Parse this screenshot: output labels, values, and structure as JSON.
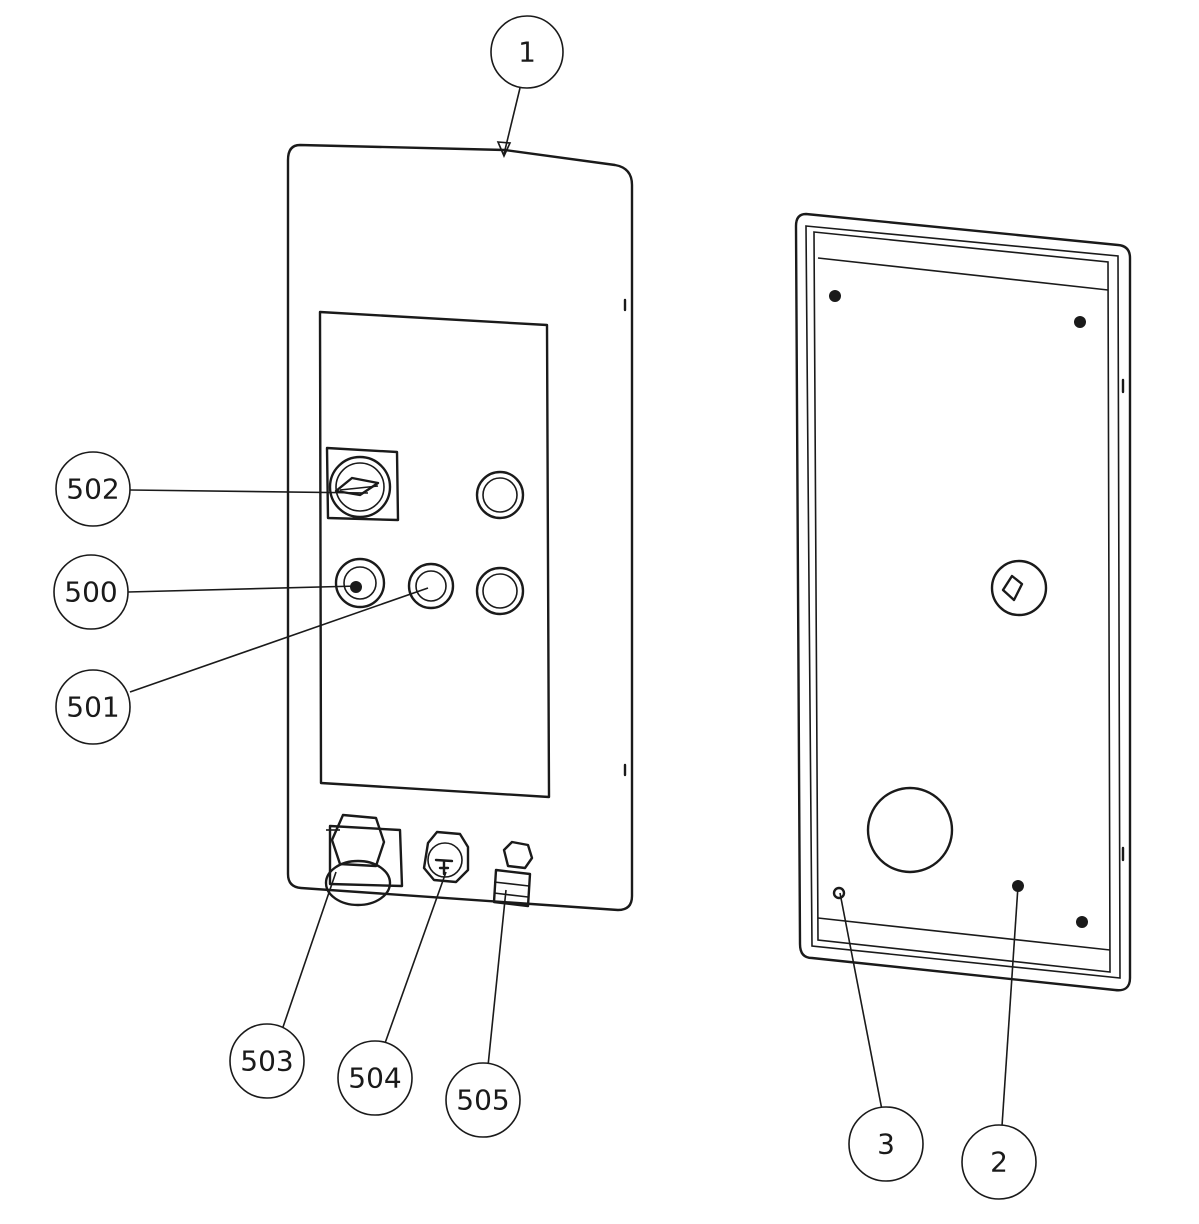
{
  "diagram": {
    "highlight_color": "#ffff1e",
    "callouts": [
      {
        "id": "c1",
        "label": "1",
        "highlighted": false
      },
      {
        "id": "c502",
        "label": "502",
        "highlighted": false
      },
      {
        "id": "c500",
        "label": "500",
        "highlighted": false
      },
      {
        "id": "c501",
        "label": "501",
        "highlighted": false
      },
      {
        "id": "c503",
        "label": "503",
        "highlighted": false
      },
      {
        "id": "c504",
        "label": "504",
        "highlighted": true
      },
      {
        "id": "c505",
        "label": "505",
        "highlighted": false
      },
      {
        "id": "c3",
        "label": "3",
        "highlighted": false
      },
      {
        "id": "c2",
        "label": "2",
        "highlighted": false
      }
    ]
  }
}
